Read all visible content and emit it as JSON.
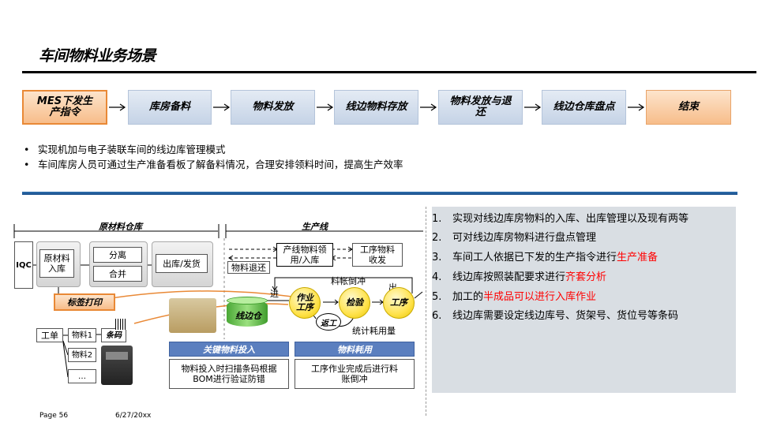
{
  "title": "车间物料业务场景",
  "process": {
    "steps": [
      {
        "label": "MES下发生产指令"
      },
      {
        "label": "库房备料"
      },
      {
        "label": "物料发放"
      },
      {
        "label": "线边物料存放"
      },
      {
        "label": "物料发放与退还"
      },
      {
        "label": "线边仓库盘点"
      },
      {
        "label": "结束"
      }
    ]
  },
  "bullets": [
    "实现机加与电子装联车间的线边库管理模式",
    "车间库房人员可通过生产准备看板了解备料情况，合理安排领料时间，提高生产效率"
  ],
  "diagram": {
    "section_raw": "原材料仓库",
    "section_prod": "生产线",
    "iqc": "IQC",
    "raw_storage": "原材料入库",
    "split": "分离",
    "merge": "合并",
    "out_in": "出库/发货",
    "label_print": "标签打印",
    "work_order": "工单",
    "item1": "物料1",
    "barcode": "条码",
    "item2": "物料2",
    "ellipsis": "…",
    "line_material": "产线物料领用/入库",
    "process_material": "工序物料收发",
    "material_return": "物料退还",
    "backflush": "料帐倒冲",
    "in_label": "进",
    "out_label": "出",
    "work_process": "作业工序",
    "inspect": "检验",
    "process_step": "工序",
    "rework": "返工",
    "stats": "统计耗用量",
    "line_store": "线边仓",
    "key_input": "关键物料投入",
    "key_input_desc": "物料投入时扫描条码根据BOM进行验证防错",
    "consumption": "物料耗用",
    "consumption_desc": "工序作业完成后进行料账倒冲"
  },
  "right_list": [
    {
      "num": "1.",
      "text": "实现对线边库房物料的入库、出库管理以及现有两等",
      "hl": ""
    },
    {
      "num": "2.",
      "text": "可对线边库房物料进行盘点管理",
      "hl": ""
    },
    {
      "num": "3.",
      "text": "车间工人依据已下发的生产指令进行",
      "hl": "生产准备"
    },
    {
      "num": "4.",
      "text": "线边库按照装配要求进行",
      "hl": "齐套分析"
    },
    {
      "num": "5.",
      "text": "加工的",
      "hl": "半成品可以进行入库作业"
    },
    {
      "num": "6.",
      "text": "线边库需要设定线边库号、货架号、货位号等条码",
      "hl": ""
    }
  ],
  "footer": {
    "page": "Page 56",
    "date": "6/27/20xx"
  },
  "colors": {
    "accent_blue": "#1f5a9a",
    "orange": "#f7bd8a",
    "highlight_red": "#ff0000"
  }
}
